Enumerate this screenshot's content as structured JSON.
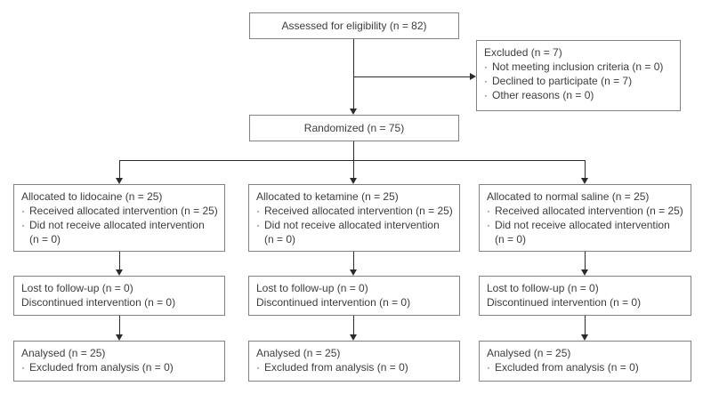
{
  "diagram": {
    "bullet": "·",
    "assessed": {
      "label": "Assessed for eligibility (n = 82)"
    },
    "excluded": {
      "title": "Excluded (n = 7)",
      "items": [
        "Not meeting inclusion criteria (n = 0)",
        "Declined to participate (n = 7)",
        "Other reasons (n = 0)"
      ]
    },
    "randomized": {
      "label": "Randomized (n = 75)"
    },
    "arms": [
      {
        "allocation": {
          "title": "Allocated to lidocaine (n = 25)",
          "items": [
            "Received allocated intervention (n = 25)",
            "Did not receive allocated intervention\n(n = 0)"
          ]
        },
        "follow_up": {
          "lines": [
            "Lost to follow-up (n = 0)",
            "Discontinued intervention (n = 0)"
          ]
        },
        "analysis": {
          "title": "Analysed (n = 25)",
          "items": [
            "Excluded from analysis (n = 0)"
          ]
        }
      },
      {
        "allocation": {
          "title": "Allocated to ketamine (n = 25)",
          "items": [
            "Received allocated intervention (n = 25)",
            "Did not receive allocated intervention\n(n = 0)"
          ]
        },
        "follow_up": {
          "lines": [
            "Lost to follow-up (n = 0)",
            "Discontinued intervention (n = 0)"
          ]
        },
        "analysis": {
          "title": "Analysed (n = 25)",
          "items": [
            "Excluded from analysis (n = 0)"
          ]
        }
      },
      {
        "allocation": {
          "title": "Allocated to normal saline (n = 25)",
          "items": [
            "Received allocated intervention (n = 25)",
            "Did not receive allocated intervention\n(n = 0)"
          ]
        },
        "follow_up": {
          "lines": [
            "Lost to follow-up (n = 0)",
            "Discontinued intervention (n = 0)"
          ]
        },
        "analysis": {
          "title": "Analysed (n = 25)",
          "items": [
            "Excluded from analysis (n = 0)"
          ]
        }
      }
    ]
  }
}
